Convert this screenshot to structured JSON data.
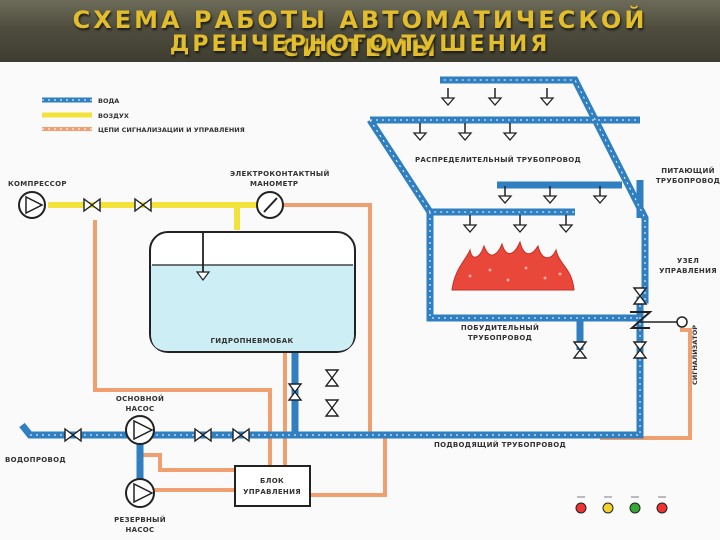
{
  "header": {
    "title_line1": "СХЕМА РАБОТЫ АВТОМАТИЧЕСКОЙ СИСТЕМЫ",
    "title_line2": "ДРЕНЧЕРНОГО ТУШЕНИЯ"
  },
  "legend": {
    "items": [
      {
        "label": "ВОДА",
        "color": "#2f7fc1"
      },
      {
        "label": "ВОЗДУХ",
        "color": "#f2e23a"
      },
      {
        "label": "ЦЕПИ СИГНАЛИЗАЦИИ И УПРАВЛЕНИЯ",
        "color": "#f0a070"
      }
    ]
  },
  "labels": {
    "compressor": "КОМПРЕССОР",
    "manometer_1": "ЭЛЕКТРОКОНТАКТНЫЙ",
    "manometer_2": "МАНОМЕТР",
    "tank": "ГИДРОПНЕВМОБАК",
    "main_pump_1": "ОСНОВНОЙ",
    "main_pump_2": "НАСОС",
    "reserve_pump_1": "РЕЗЕРВНЫЙ",
    "reserve_pump_2": "НАСОС",
    "water_supply": "ВОДОПРОВОД",
    "control_block_1": "БЛОК",
    "control_block_2": "УПРАВЛЕНИЯ",
    "supply_pipe": "ПОДВОДЯЩИЙ ТРУБОПРОВОД",
    "distribution_pipe": "РАСПРЕДЕЛИТЕЛЬНЫЙ ТРУБОПРОВОД",
    "feeding_pipe_1": "ПИТАЮЩИЙ",
    "feeding_pipe_2": "ТРУБОПРОВОД",
    "control_node_1": "УЗЕЛ",
    "control_node_2": "УПРАВЛЕНИЯ",
    "motivating_pipe_1": "ПОБУДИТЕЛЬНЫЙ",
    "motivating_pipe_2": "ТРУБОПРОВОД",
    "signalizer": "СИГНАЛИЗАТОР"
  },
  "colors": {
    "water": "#2f7fc1",
    "air": "#f2e23a",
    "signal": "#f0a070",
    "header_text": "#e2bd2c",
    "tank_fill": "#cdeef5",
    "fire": "#e8473a"
  },
  "icons": {
    "compressor": "pump-symbol-icon",
    "valve": "gate-valve-icon",
    "sprinkler": "drencher-nozzle-icon",
    "fire": "flame-icon",
    "manometer": "gauge-icon",
    "lamps": "indicator-lamp-icon"
  }
}
